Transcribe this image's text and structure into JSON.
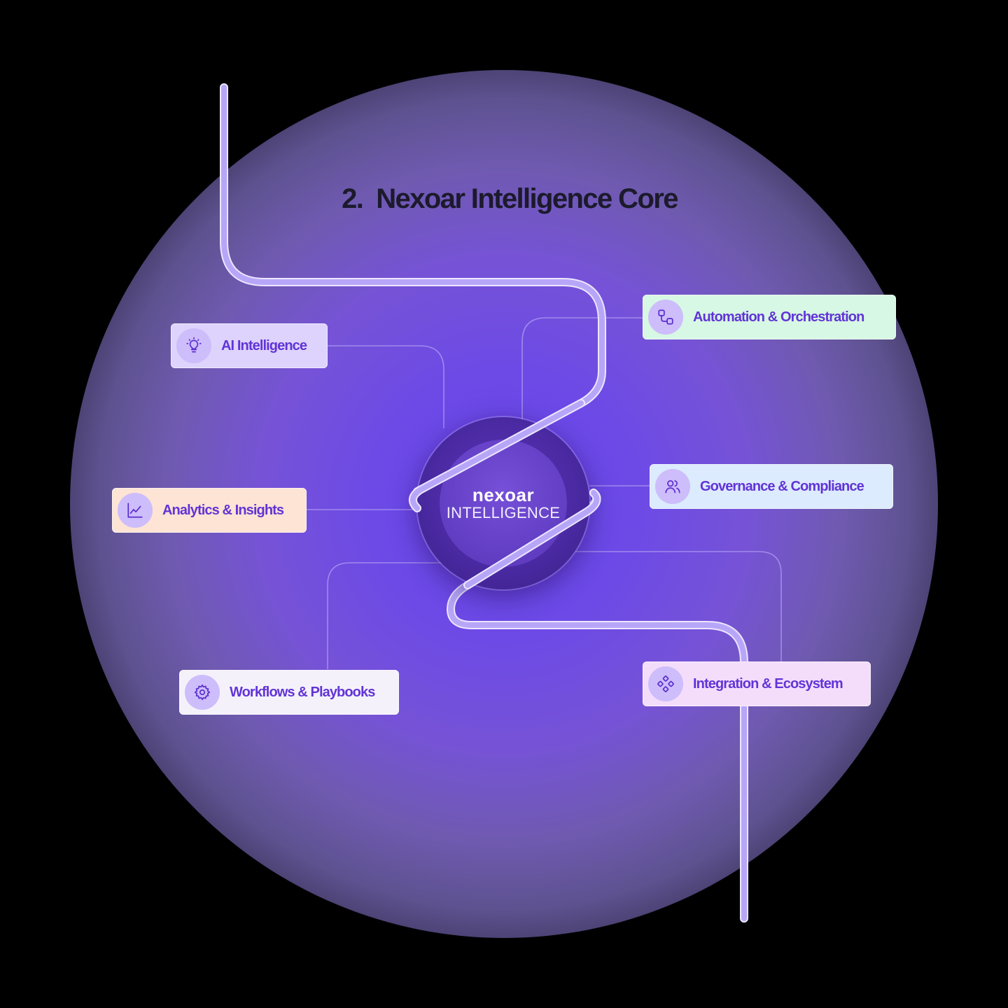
{
  "title": {
    "number": "2.",
    "text": "Nexoar Intelligence Core"
  },
  "core": {
    "name": "nexoar",
    "subtitle": "INTELLIGENCE"
  },
  "modules": [
    {
      "id": "ai",
      "label": "AI Intelligence",
      "icon": "lightbulb-icon",
      "bg": "#ddd3fc"
    },
    {
      "id": "automation",
      "label": "Automation & Orchestration",
      "icon": "flow-nodes-icon",
      "bg": "#d7f8e4"
    },
    {
      "id": "analytics",
      "label": "Analytics & Insights",
      "icon": "line-chart-icon",
      "bg": "#fde4d4"
    },
    {
      "id": "governance",
      "label": "Governance & Compliance",
      "icon": "users-icon",
      "bg": "#dcebfd"
    },
    {
      "id": "workflows",
      "label": "Workflows & Playbooks",
      "icon": "gear-icon",
      "bg": "#f4f1fb"
    },
    {
      "id": "integration",
      "label": "Integration & Ecosystem",
      "icon": "grid-nodes-icon",
      "bg": "#f4ddfb"
    }
  ],
  "colors": {
    "accent": "#6234d6",
    "path": "#b7a6f8",
    "connector": "#a894f0"
  }
}
